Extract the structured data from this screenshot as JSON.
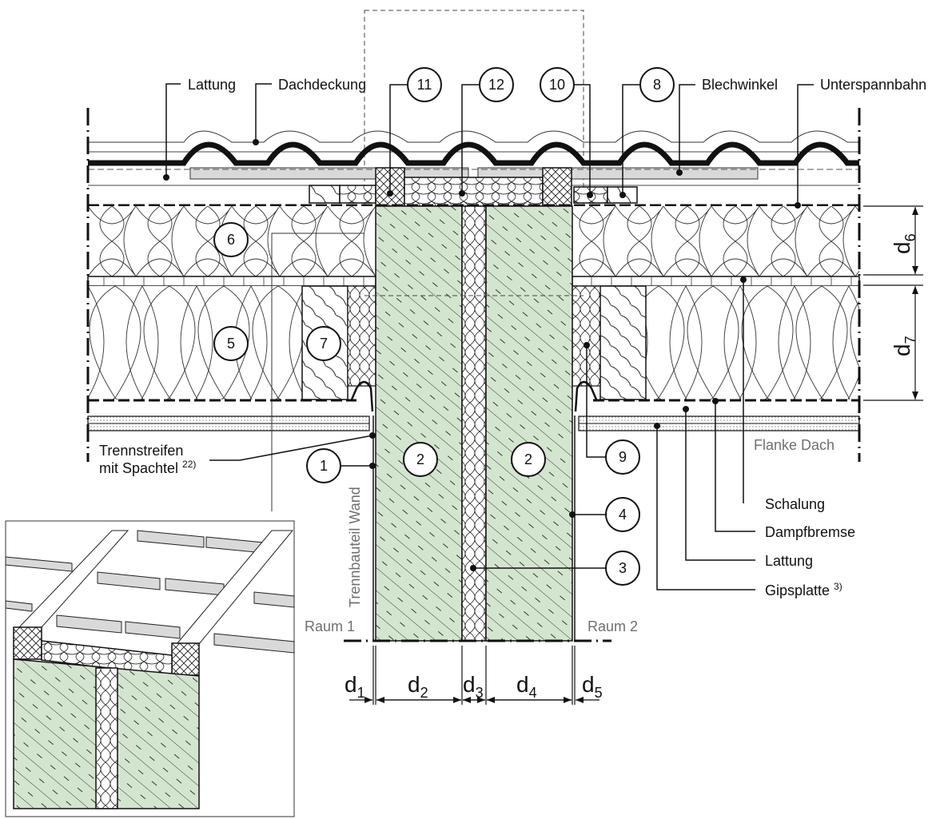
{
  "diagram": {
    "type": "construction-detail",
    "labels": {
      "lattung_top": "Lattung",
      "dachdeckung": "Dachdeckung",
      "blechwinkel": "Blechwinkel",
      "unterspannbahn": "Unterspannbahn",
      "trennstreifen_line1": "Trennstreifen",
      "trennstreifen_line2": "mit Spachtel",
      "trennstreifen_note": "22)",
      "flanke_dach": "Flanke Dach",
      "schalung": "Schalung",
      "dampfbremse": "Dampfbremse",
      "lattung_bottom": "Lattung",
      "gipsplatte": "Gipsplatte",
      "gipsplatte_note": "3)",
      "trennbauteil_wand": "Trennbauteil Wand",
      "raum1": "Raum 1",
      "raum2": "Raum 2"
    },
    "callouts": [
      "11",
      "12",
      "10",
      "8",
      "6",
      "5",
      "7",
      "1",
      "2",
      "2",
      "9",
      "4",
      "3"
    ],
    "dimensions": {
      "d1": {
        "base": "d",
        "sub": "1"
      },
      "d2": {
        "base": "d",
        "sub": "2"
      },
      "d3": {
        "base": "d",
        "sub": "3"
      },
      "d4": {
        "base": "d",
        "sub": "4"
      },
      "d5": {
        "base": "d",
        "sub": "5"
      },
      "d6": {
        "base": "d",
        "sub": "6"
      },
      "d7": {
        "base": "d",
        "sub": "7"
      }
    },
    "colors": {
      "masonry_fill": "#d4e5cf",
      "membrane_fill": "#d9d9d9",
      "line": "#111111",
      "grey_text": "#6f6f6f"
    }
  }
}
